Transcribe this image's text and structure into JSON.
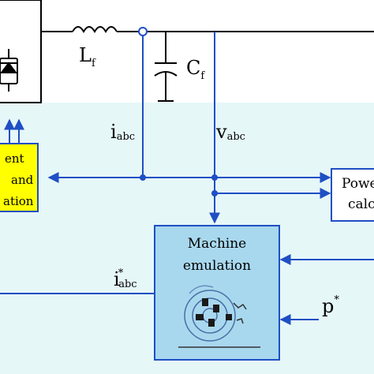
{
  "colors": {
    "panel_background": "#e6f7f8",
    "signal_line": "#1f4fc4",
    "power_line": "#000000",
    "machine_box_fill": "#a8d8ee",
    "machine_box_border": "#1f4fc4",
    "controller_box_fill": "#ffff00",
    "controller_box_border": "#1f4fc4",
    "power_box_fill": "#ffffff"
  },
  "labels": {
    "filter_inductor": {
      "main": "L",
      "sub": "f"
    },
    "filter_capacitor": {
      "main": "C",
      "sub": "f"
    },
    "current_signal": {
      "main": "i",
      "sub": "abc"
    },
    "voltage_signal": {
      "main": "v",
      "sub": "abc"
    },
    "current_reference": {
      "main": "i",
      "sup": "*",
      "sub": "abc"
    },
    "power_reference": {
      "main": "p",
      "sup": "*"
    }
  },
  "blocks": {
    "machine_emulation": {
      "line1": "Machine",
      "line2": "emulation"
    },
    "current_controller": {
      "line1": "ent",
      "line2": "and",
      "line3": "ation"
    },
    "power_calculation": {
      "line1": "Powe",
      "line2": "calc"
    }
  },
  "icons": {
    "converter": "diode-bridge-icon",
    "machine": "rotating-machine-icon"
  }
}
